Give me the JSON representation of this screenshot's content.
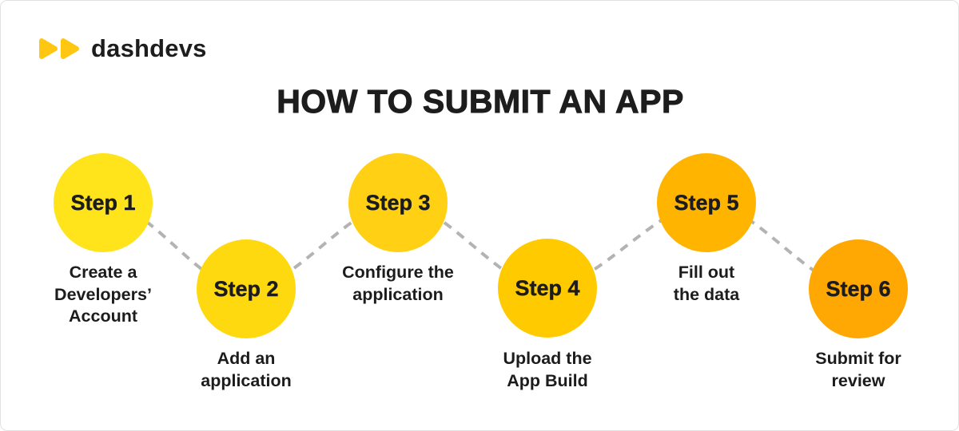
{
  "card": {
    "background": "#ffffff",
    "border_color": "#e2e2e2"
  },
  "logo": {
    "brand": "dashdevs",
    "icon": "double-play-icon",
    "icon_color": "#FFC712",
    "text_color": "#1d1d1d"
  },
  "title": {
    "text": "HOW TO SUBMIT AN APP",
    "color": "#1d1d1d"
  },
  "connector": {
    "color": "#b3b3b3",
    "style": "dashed"
  },
  "steps": [
    {
      "label": "Step 1",
      "caption": "Create a\nDevelopers’\nAccount",
      "color": "#FFE41B"
    },
    {
      "label": "Step 2",
      "caption": "Add an\napplication",
      "color": "#FFD90F"
    },
    {
      "label": "Step 3",
      "caption": "Configure the\napplication",
      "color": "#FFD013"
    },
    {
      "label": "Step 4",
      "caption": "Upload the\nApp Build",
      "color": "#FFCB00"
    },
    {
      "label": "Step 5",
      "caption": "Fill out\nthe data",
      "color": "#FFB400"
    },
    {
      "label": "Step 6",
      "caption": "Submit for\nreview",
      "color": "#FFA703"
    }
  ]
}
